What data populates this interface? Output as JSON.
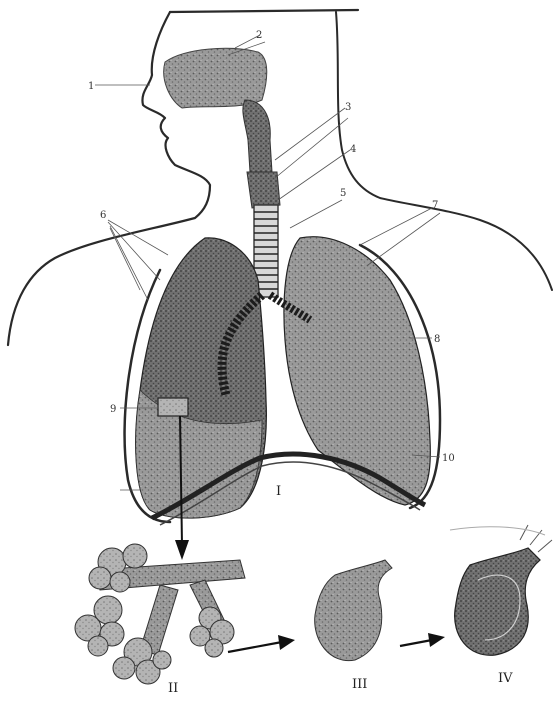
{
  "figure": {
    "labels": {
      "n1": "1",
      "n2": "2",
      "n3": "3",
      "n4": "4",
      "n5": "5",
      "n6": "6",
      "n7": "7",
      "n8": "8",
      "n9": "9",
      "n10": "10"
    },
    "panels": {
      "p1": "I",
      "p2": "II",
      "p3": "III",
      "p4": "IV"
    }
  }
}
